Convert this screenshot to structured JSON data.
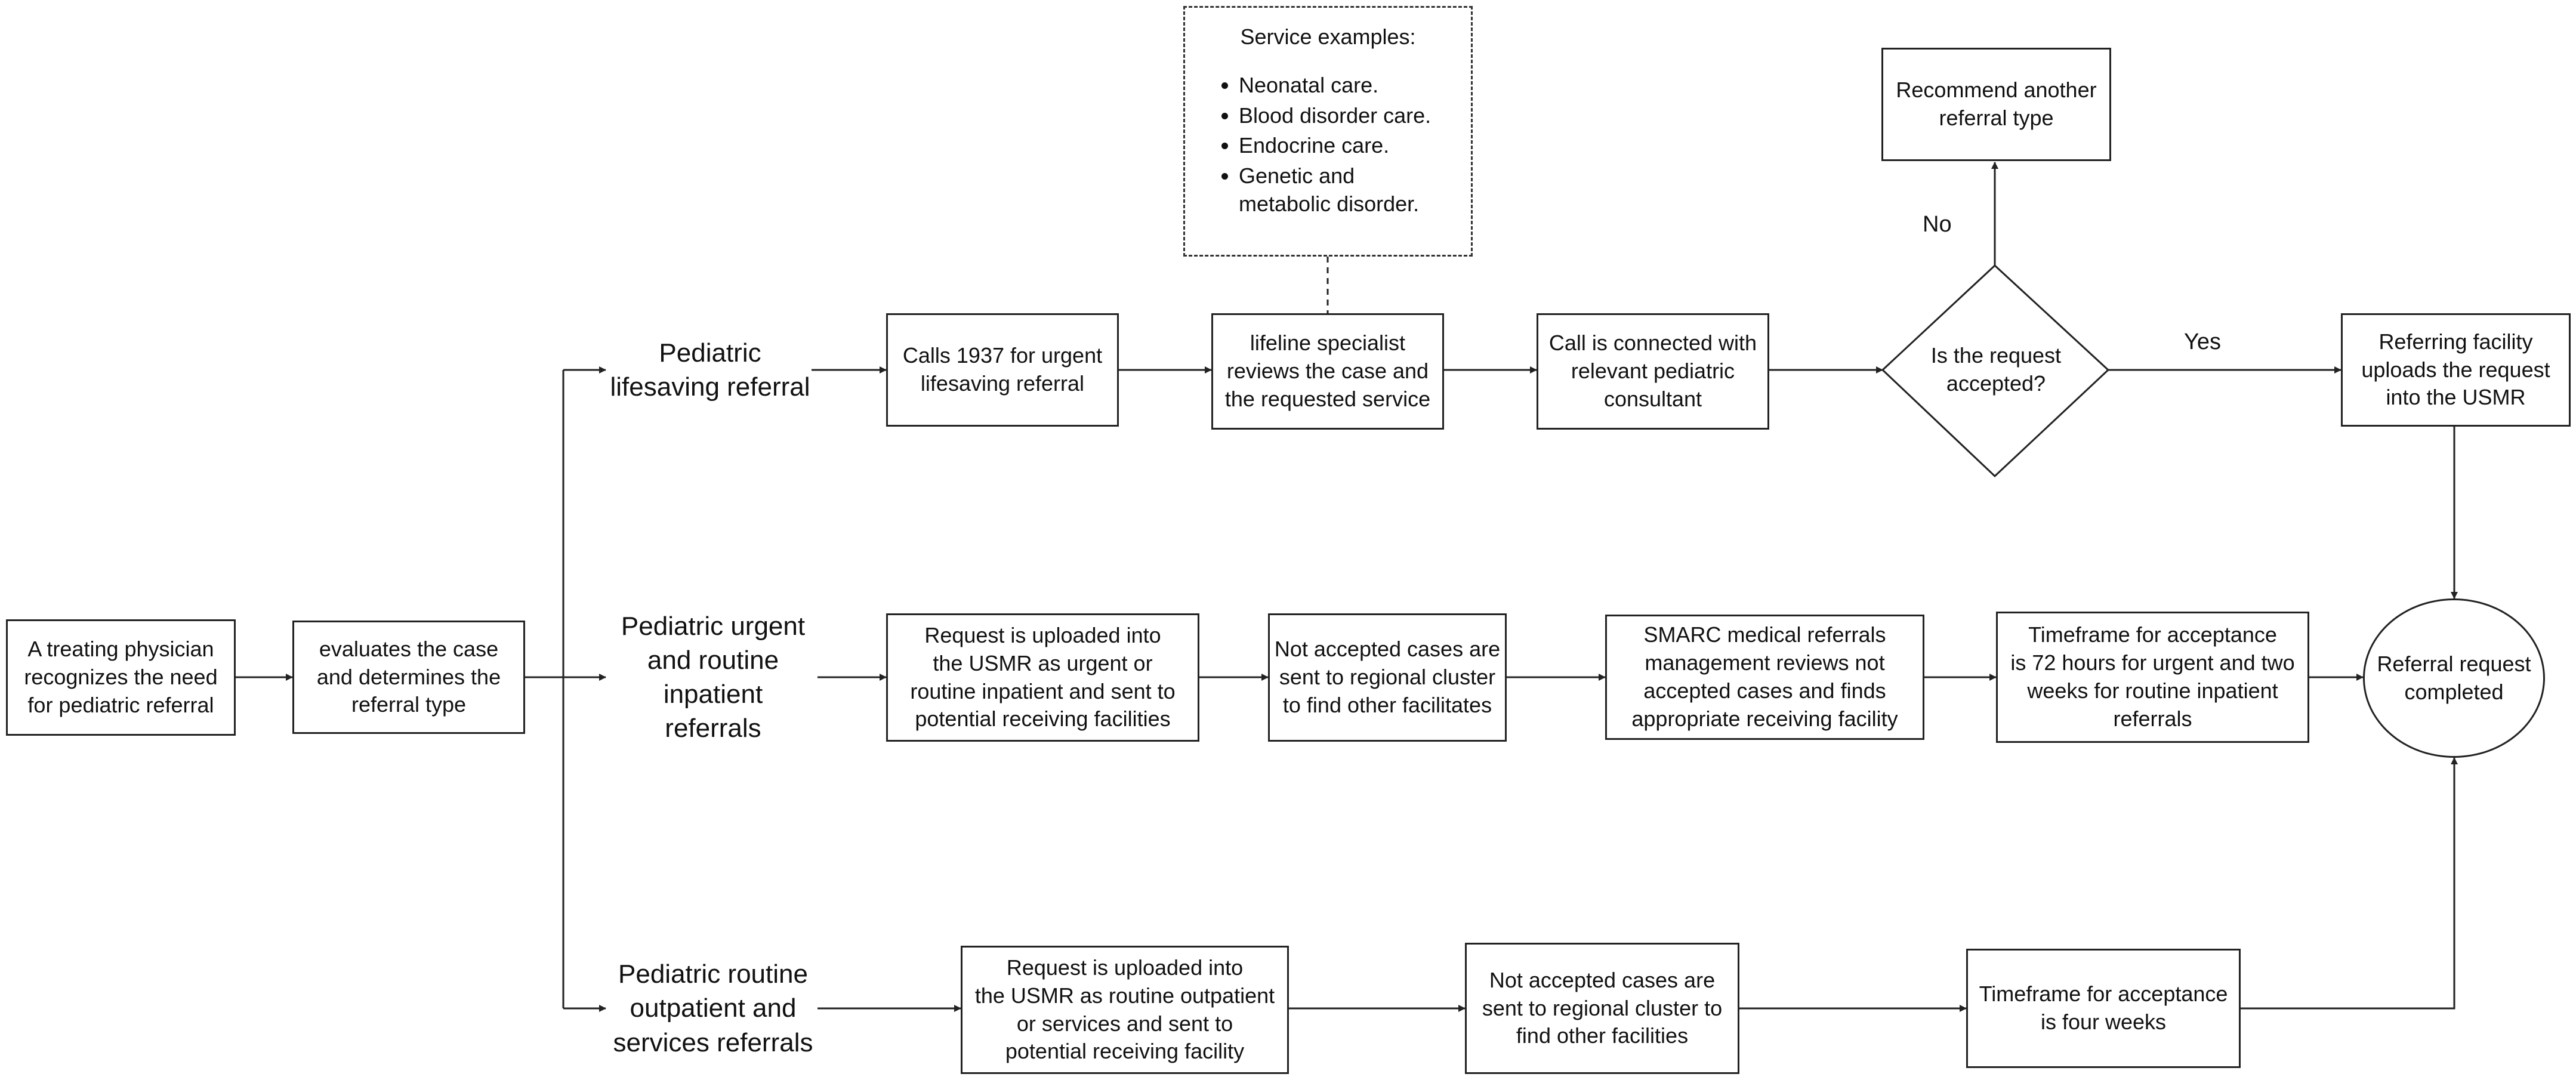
{
  "nodes": {
    "n_physician": "A treating physician\nrecognizes the need\nfor pediatric referral",
    "n_evaluate": "evaluates the case\nand determines the\nreferral type",
    "lane_lifesaving": "Pediatric\nlifesaving referral",
    "lane_inpatient": "Pediatric urgent\nand routine\ninpatient\nreferrals",
    "lane_outpatient": "Pediatric routine\noutpatient and\nservices referrals",
    "n_calls1937": "Calls 1937 for urgent\nlifesaving referral",
    "n_lifeline": "lifeline specialist\nreviews the case and\nthe requested service",
    "n_call_connected": "Call is connected with\nrelevant pediatric\nconsultant",
    "n_accepted_q": "Is the request\naccepted?",
    "n_recommend": "Recommend another\nreferral type",
    "n_uploads_usmr": "Referring facility\nuploads the request\ninto the USMR",
    "n_inpatient_upload": "Request is uploaded into\nthe USMR as urgent or\nroutine inpatient and sent to\npotential receiving facilities",
    "n_inpatient_notaccepted": "Not accepted cases are\nsent to regional cluster\nto find other facilitates",
    "n_smarc": "SMARC medical referrals\nmanagement reviews not\naccepted cases and finds\nappropriate receiving facility",
    "n_inpatient_timeframe": "Timeframe for acceptance\nis 72 hours for urgent and two\nweeks for routine inpatient\nreferrals",
    "n_completed": "Referral request\ncompleted",
    "n_outpatient_upload": "Request is uploaded into\nthe USMR as routine outpatient\nor services and sent to\npotential receiving facility",
    "n_outpatient_notaccepted": "Not accepted cases are\nsent to regional cluster to\nfind other facilities",
    "n_outpatient_timeframe": "Timeframe for acceptance\nis four weeks"
  },
  "service_examples": {
    "title": "Service examples:",
    "items": [
      "Neonatal care.",
      "Blood disorder care.",
      "Endocrine care.",
      "Genetic and\nmetabolic disorder."
    ]
  },
  "edge_labels": {
    "no": "No",
    "yes": "Yes"
  }
}
